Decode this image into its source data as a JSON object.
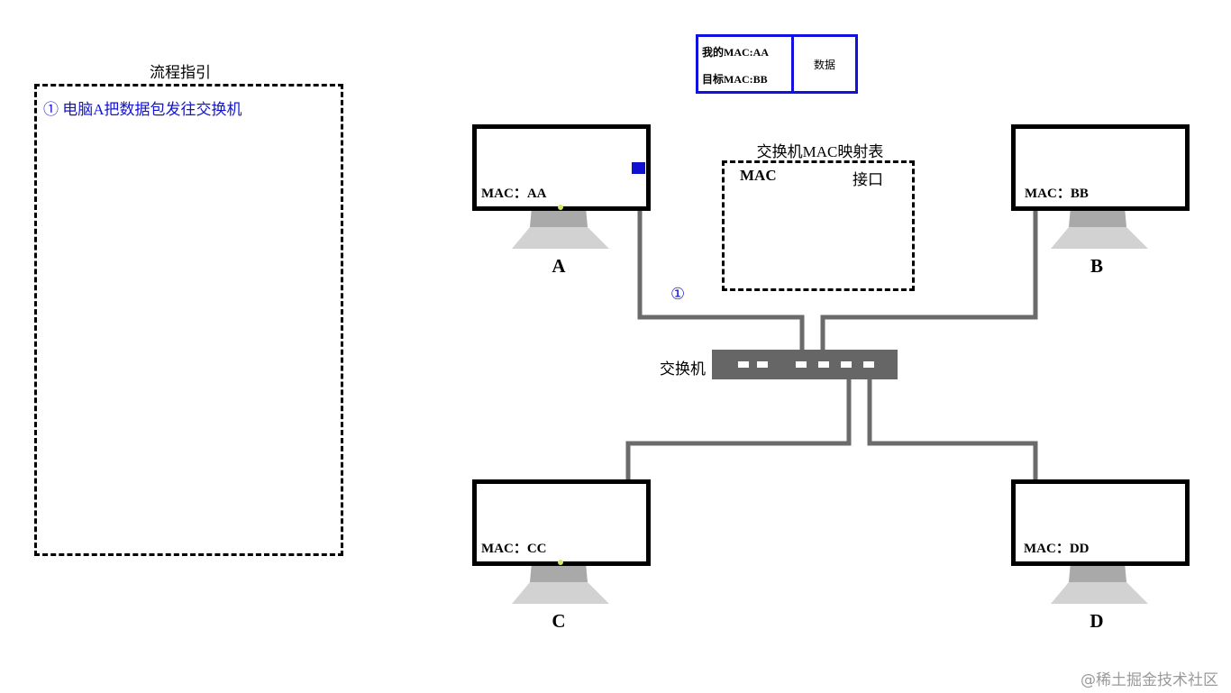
{
  "guide": {
    "title": "流程指引",
    "steps": [
      "① 电脑A把数据包发往交换机"
    ]
  },
  "packet": {
    "src_mac": "我的MAC:AA",
    "dst_mac": "目标MAC:BB",
    "payload": "数据",
    "color": "#1010e0"
  },
  "mac_table": {
    "title": "交换机MAC映射表",
    "col_mac": "MAC",
    "col_port": "接口"
  },
  "computers": {
    "a": {
      "name": "A",
      "mac": "MAC：AA"
    },
    "b": {
      "name": "B",
      "mac": "MAC：BB"
    },
    "c": {
      "name": "C",
      "mac": "MAC：CC"
    },
    "d": {
      "name": "D",
      "mac": "MAC：DD"
    }
  },
  "switch": {
    "label": "交换机",
    "color": "#666666"
  },
  "link": {
    "step_marker": "①"
  },
  "watermark": "@稀土掘金技术社区"
}
